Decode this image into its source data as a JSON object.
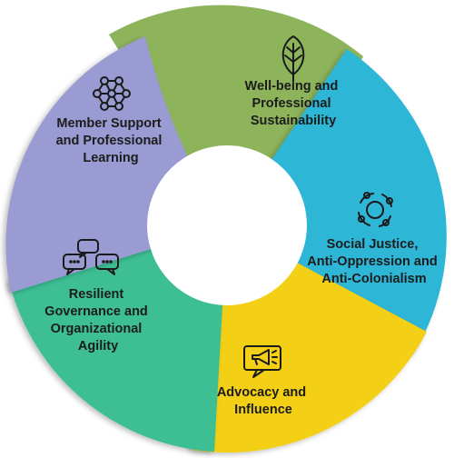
{
  "segments": [
    {
      "id": "wellbeing",
      "lines": [
        "Well-being and",
        "Professional",
        "Sustainability"
      ],
      "color": "#8db45b",
      "icon": "tree-icon"
    },
    {
      "id": "justice",
      "lines": [
        "Social Justice,",
        "Anti-Oppression and",
        "Anti-Colonialism"
      ],
      "color": "#2fb6d7",
      "icon": "circle-hands-icon"
    },
    {
      "id": "advocacy",
      "lines": [
        "Advocacy and",
        "Influence"
      ],
      "color": "#f3cf14",
      "icon": "megaphone-icon"
    },
    {
      "id": "governance",
      "lines": [
        "Resilient",
        "Governance and",
        "Organizational",
        "Agility"
      ],
      "color": "#3cbf93",
      "icon": "chat-bubbles-icon"
    },
    {
      "id": "member",
      "lines": [
        "Member Support",
        "and Professional",
        "Learning"
      ],
      "color": "#9a9bd2",
      "icon": "network-icon"
    }
  ]
}
